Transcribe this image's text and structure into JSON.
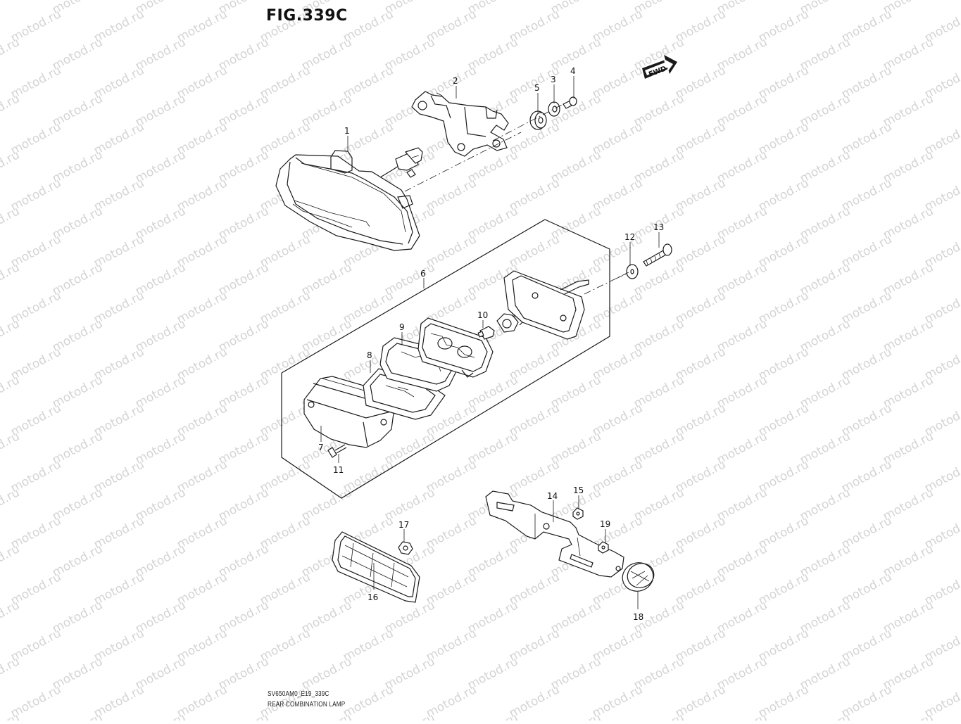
{
  "figure": {
    "title": "FIG.339C",
    "drawing_code": "SV650AM0_E19_339C",
    "drawing_name": "REAR COMBINATION LAMP"
  },
  "watermark": {
    "text": "motod.ru"
  },
  "direction_badge": {
    "label": "FWD"
  },
  "callouts": [
    "1",
    "2",
    "3",
    "4",
    "5",
    "6",
    "7",
    "8",
    "9",
    "10",
    "11",
    "12",
    "13",
    "14",
    "15",
    "16",
    "17",
    "18",
    "19"
  ]
}
